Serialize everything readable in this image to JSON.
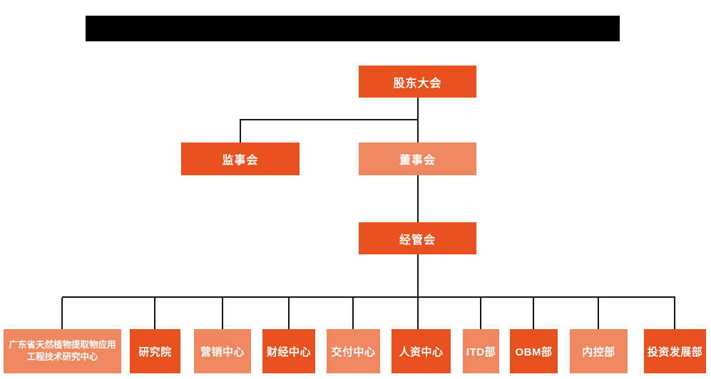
{
  "colors": {
    "primary_box": "#E8511D",
    "secondary_box": "#EF8760",
    "connector_line": "#141414",
    "box_text": "#FFFFFF",
    "redacted_bar": "#000000",
    "background": "#FFFFFF"
  },
  "title_bar": {
    "type": "redacted-black-bar",
    "text": ""
  },
  "org_chart": {
    "type": "org-tree",
    "nodes": {
      "shareholders": {
        "label": "股东大会",
        "variant": "primary"
      },
      "supervisory": {
        "label": "监事会",
        "variant": "primary"
      },
      "board": {
        "label": "董事会",
        "variant": "secondary"
      },
      "management": {
        "label": "经管会",
        "variant": "primary"
      }
    },
    "edges": [
      "股东大会→监事会",
      "股东大会→董事会",
      "董事会→经管会",
      "经管会→各部门"
    ],
    "departments": [
      {
        "label": "广东省天然植物提取物应用工程技术研究中心",
        "variant": "secondary"
      },
      {
        "label": "研究院",
        "variant": "primary"
      },
      {
        "label": "营销中心",
        "variant": "secondary"
      },
      {
        "label": "财经中心",
        "variant": "primary"
      },
      {
        "label": "交付中心",
        "variant": "secondary"
      },
      {
        "label": "人资中心",
        "variant": "primary"
      },
      {
        "label": "ITD部",
        "variant": "secondary"
      },
      {
        "label": "OBM部",
        "variant": "primary"
      },
      {
        "label": "内控部",
        "variant": "secondary"
      },
      {
        "label": "投资发展部",
        "variant": "primary"
      }
    ]
  }
}
